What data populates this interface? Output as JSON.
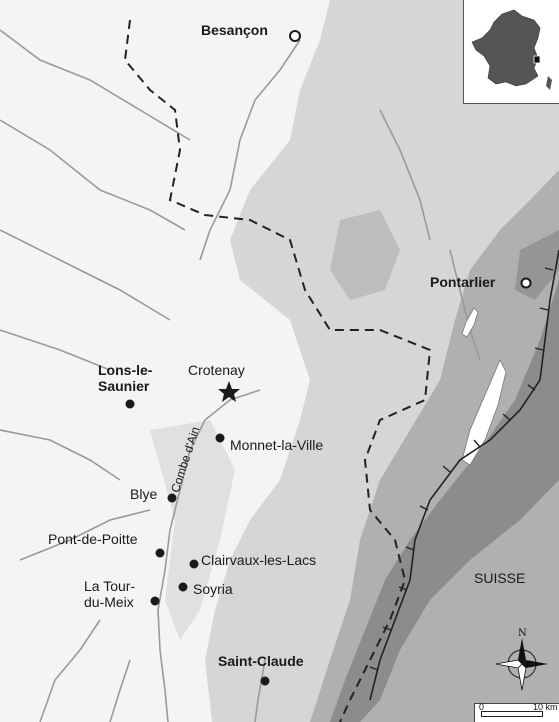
{
  "map": {
    "colors": {
      "background": "#f4f4f4",
      "relief_light": "#d6d6d6",
      "relief_mid": "#b0b0b0",
      "relief_dark": "#8c8c8c",
      "river": "#9a9a9a",
      "lake": "#ffffff",
      "border": "#222222",
      "text": "#1a1a1a"
    }
  },
  "labels": {
    "besancon": "Besançon",
    "pontarlier": "Pontarlier",
    "lons": "Lons-le-\nSaunier",
    "crotenay": "Crotenay",
    "monnet": "Monnet-la-Ville",
    "blye": "Blye",
    "pont_de_poitte": "Pont-de-Poitte",
    "clairvaux": "Clairvaux-les-Lacs",
    "soyria": "Soyria",
    "la_tour": "La Tour-\ndu-Meix",
    "saint_claude": "Saint-Claude",
    "suisse": "SUISSE",
    "combe_d_ain": "Combe d'Ain"
  },
  "compass": {
    "north_label": "N"
  },
  "scale": {
    "zero_label": "0",
    "max_label": "10 km"
  },
  "inset": {
    "icon": "france-locator-icon"
  }
}
